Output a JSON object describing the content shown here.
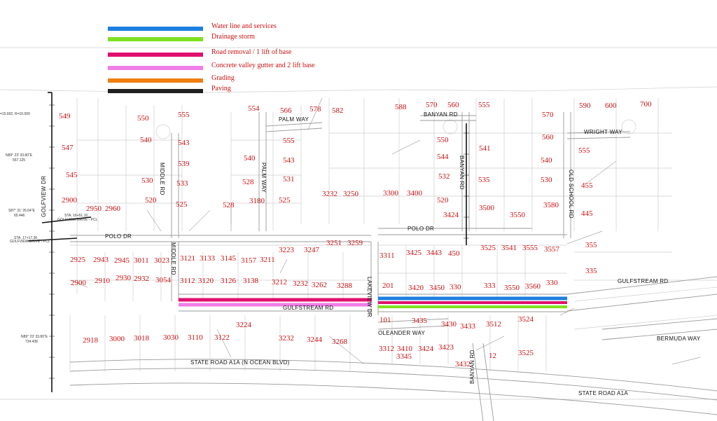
{
  "legend": [
    {
      "label": "Water line and services",
      "color": "#1e7fe0"
    },
    {
      "label": "Drainage storm",
      "color": "#7fe020"
    },
    {
      "label": "Road removal / 1 lift of base",
      "color": "#e0106e"
    },
    {
      "label": "Concrete valley gutter and 2 lift base",
      "color": "#f07ee8"
    },
    {
      "label": "Grading",
      "color": "#f07f10"
    },
    {
      "label": "Paving",
      "color": "#202020"
    }
  ],
  "streets": {
    "banyan_rd_top": "BANYAN RD",
    "palm_way": "PALM WAY",
    "wright_way": "WRIGHT WAY",
    "golfview_dr": "GOLFVIEW DR",
    "middle_rd_n": "MIDDLE RD",
    "palm_way_v": "PALM WAY",
    "banyan_rd_mid": "BANYAN RD",
    "old_school_rd": "OLD SCHOOL RD",
    "polo_dr_w": "POLO DR",
    "polo_dr_e": "POLO DR",
    "middle_rd_s": "MIDDLE RD",
    "lakeview_dr": "LAKEVIEW DR",
    "gulfstream_rd_e": "GULFSTREAM RD",
    "gulfstream_rd_w": "GULFSTREAM RD",
    "oleander_way": "OLEANDER WAY",
    "bermuda_way": "BERMUDA WAY",
    "banyan_rd_s": "BANYAN RD",
    "state_road_w": "STATE ROAD A1A (N OCEAN BLVD)",
    "state_road_e": "STATE ROAD A1A",
    "golfview_drive_1": "GOLFVIEW DRIVE - PCL",
    "golfview_drive_2": "GOLFVIEW DRIVE - PCL"
  },
  "survey": {
    "curve": "=15.602, R=10.000",
    "bearing1": "N89° 23' 33.80\"E",
    "dist1": "557.125",
    "bearing2": "S87° 31' 26.64\"E",
    "dist2": "65.446",
    "sta1": "STA. 16+51.10",
    "sta2": "STA. 17+17.36",
    "bearing3": "N89° 23' 33.80\"E",
    "dist3": "734.436"
  },
  "lots": [
    "549",
    "547",
    "545",
    "2900",
    "550",
    "555",
    "540",
    "543",
    "539",
    "530",
    "533",
    "520",
    "554",
    "566",
    "578",
    "582",
    "555",
    "543",
    "540",
    "531",
    "528",
    "525",
    "3180",
    "528",
    "525",
    "588",
    "570",
    "560",
    "555",
    "550",
    "544",
    "532",
    "541",
    "535",
    "520",
    "3232",
    "3250",
    "3300",
    "3400",
    "3424",
    "3500",
    "3550",
    "3580",
    "570",
    "590",
    "600",
    "700",
    "560",
    "555",
    "540",
    "530",
    "455",
    "445",
    "2950",
    "2960",
    "2925",
    "2943",
    "2945",
    "3011",
    "3023",
    "3121",
    "3133",
    "3145",
    "3157",
    "3211",
    "3223",
    "3247",
    "3251",
    "3259",
    "3311",
    "3425",
    "3443",
    "450",
    "3525",
    "3541",
    "3555",
    "3557",
    "355",
    "335",
    "2900",
    "2910",
    "2930",
    "2932",
    "3054",
    "3112",
    "3120",
    "3126",
    "3138",
    "3212",
    "3232",
    "3262",
    "3288",
    "201",
    "3420",
    "3450",
    "330",
    "333",
    "3550",
    "3560",
    "330",
    "101",
    "3435",
    "3430",
    "3433",
    "3512",
    "3524",
    "2918",
    "3000",
    "3018",
    "3030",
    "3110",
    "3122",
    "3224",
    "3232",
    "3244",
    "3268",
    "3312",
    "3410",
    "3424",
    "3423",
    "3345",
    "3432",
    "12",
    "3525"
  ]
}
